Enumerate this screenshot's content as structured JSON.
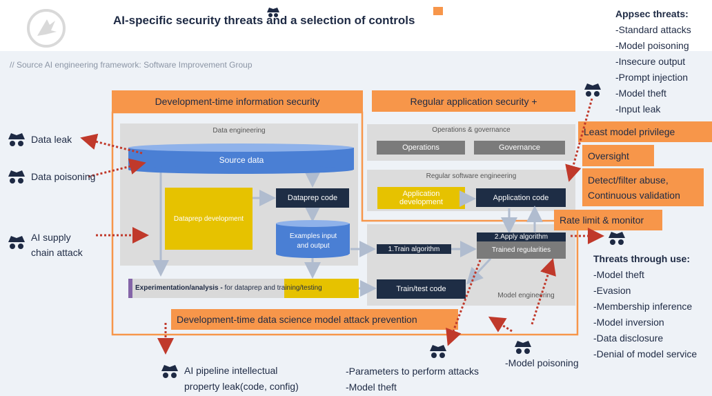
{
  "title": "AI-specific security threats and a selection of controls",
  "subtitle": "// Source AI engineering framework: Software Improvement Group",
  "headers": {
    "dev_time": "Development-time information security",
    "regular_app": "Regular application security +"
  },
  "controls": {
    "least_privilege": "Least model privilege",
    "oversight": "Oversight",
    "detect_1": "Detect/filter abuse,",
    "detect_2": "Continuous validation",
    "rate_limit": "Rate limit & monitor",
    "model_attack_prevention": "Development-time data science model attack prevention"
  },
  "panels": {
    "data_eng": "Data engineering",
    "ops_gov": "Operations & governance",
    "regular_sw": "Regular software engineering",
    "model_eng": "Model engineering"
  },
  "boxes": {
    "source_data": "Source data",
    "dataprep_code": "Dataprep code",
    "dataprep_dev": "Dataprep development",
    "examples_1": "Examples input",
    "examples_2": "and output",
    "operations": "Operations",
    "governance": "Governance",
    "app_dev_1": "Application",
    "app_dev_2": "development",
    "app_code": "Application code",
    "experimentation_bold": "Experimentation/analysis -",
    "experimentation_rest": " for dataprep and training/testing",
    "train_algo": "1.Train algorithm",
    "train_test_code": "Train/test code",
    "apply_algo": "2.Apply algorithm",
    "trained_regularities": "Trained regularities"
  },
  "appsec": {
    "header": "Appsec threats:",
    "items": [
      "-Standard attacks",
      "-Model poisoning",
      "-Insecure output",
      "-Prompt injection",
      "-Model theft",
      "-Input leak"
    ]
  },
  "use_threats": {
    "header": "Threats through use:",
    "items": [
      "-Model theft",
      "-Evasion",
      "-Membership inference",
      "-Model inversion",
      "-Data disclosure",
      "-Denial of model service"
    ]
  },
  "threats": {
    "data_leak": "Data leak",
    "data_poisoning": "Data poisoning",
    "supply_chain_1": "AI supply",
    "supply_chain_2": "chain attack",
    "ip_leak_1": "AI pipeline intellectual",
    "ip_leak_2": "property leak(code, config)",
    "params_1": "-Parameters to perform attacks",
    "params_2": "-Model theft",
    "model_poisoning": "-Model poisoning"
  },
  "colors": {
    "orange": "#f7964a",
    "navy": "#1e2d45",
    "blue": "#4a7fd4",
    "yellow": "#e6c200",
    "purple": "#8465a8",
    "arrow": "#b0bccf",
    "threat_arrow": "#c0392b"
  }
}
